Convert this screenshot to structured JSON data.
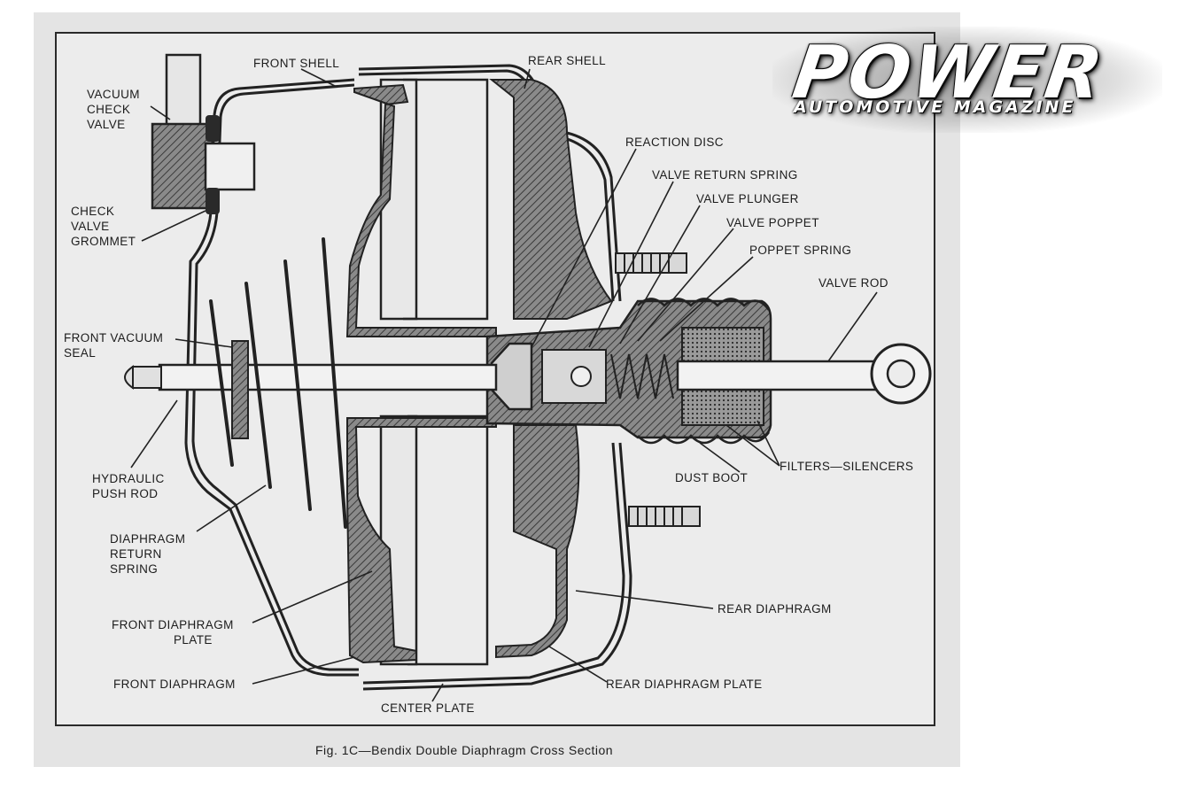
{
  "labels": {
    "front_shell": "FRONT SHELL",
    "rear_shell": "REAR SHELL",
    "vacuum_check_valve": [
      "VACUUM",
      "CHECK",
      "VALVE"
    ],
    "check_valve_grommet": [
      "CHECK",
      "VALVE",
      "GROMMET"
    ],
    "front_vacuum_seal": [
      "FRONT VACUUM",
      "SEAL"
    ],
    "hydraulic_push_rod": [
      "HYDRAULIC",
      "PUSH ROD"
    ],
    "diaphragm_return_spring": [
      "DIAPHRAGM",
      "RETURN",
      "SPRING"
    ],
    "front_diaphragm_plate": [
      "FRONT DIAPHRAGM",
      "PLATE"
    ],
    "front_diaphragm": "FRONT DIAPHRAGM",
    "center_plate": "CENTER PLATE",
    "rear_diaphragm_plate": "REAR DIAPHRAGM PLATE",
    "rear_diaphragm": "REAR DIAPHRAGM",
    "dust_boot": "DUST BOOT",
    "filters_silencers": "FILTERS—SILENCERS",
    "valve_rod": "VALVE ROD",
    "poppet_spring": "POPPET SPRING",
    "valve_poppet": "VALVE POPPET",
    "valve_plunger": "VALVE PLUNGER",
    "valve_return_spring": "VALVE RETURN SPRING",
    "reaction_disc": "REACTION DISC"
  },
  "caption": "Fig. 1C—Bendix Double Diaphragm Cross Section",
  "logo": {
    "word": "POWER",
    "subtitle": "AUTOMOTIVE MAGAZINE"
  }
}
